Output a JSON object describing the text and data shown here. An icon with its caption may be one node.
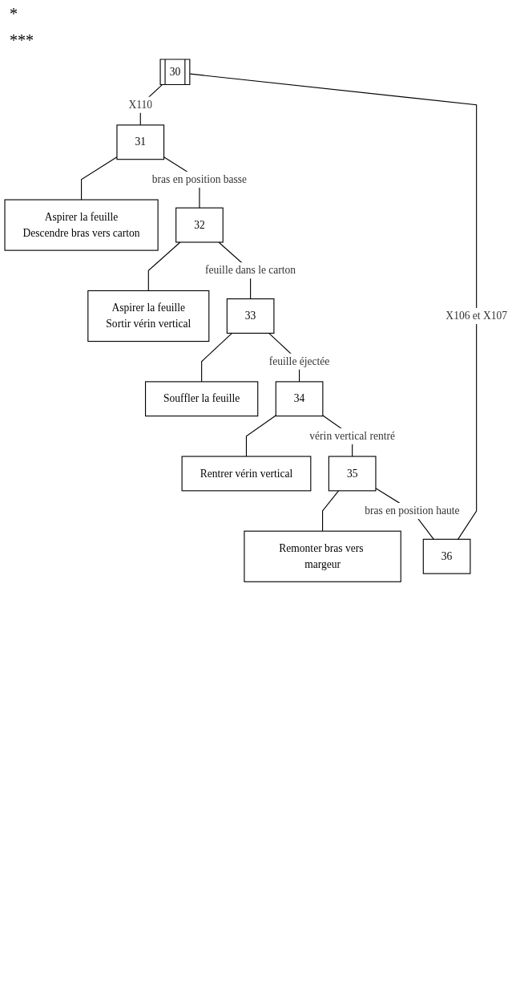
{
  "diagram": {
    "nodes": [
      {
        "text": [
          "30"
        ]
      },
      {
        "text": [
          "31"
        ]
      },
      {
        "text": [
          "Aspirer la feuille",
          "Descendre bras vers carton"
        ]
      },
      {
        "text": [
          "32"
        ]
      },
      {
        "text": [
          "Aspirer la feuille",
          "Sortir vérin vertical"
        ]
      },
      {
        "text": [
          "33"
        ]
      },
      {
        "text": [
          "Souffler la feuille"
        ]
      },
      {
        "text": [
          "34"
        ]
      },
      {
        "text": [
          "Rentrer vérin vertical"
        ]
      },
      {
        "text": [
          "35"
        ]
      },
      {
        "text": [
          "Remonter bras vers margeur"
        ]
      },
      {
        "text": [
          "36"
        ]
      }
    ],
    "edges": [
      {
        "from": 0,
        "to": 1,
        "arrow": "none",
        "label": "X110"
      },
      {
        "from": 1,
        "to": 2,
        "arrow": "none"
      },
      {
        "from": 1,
        "to": 3,
        "arrow": "none",
        "label": "bras en position basse"
      },
      {
        "from": 3,
        "to": 4,
        "arrow": "none"
      },
      {
        "from": 3,
        "to": 5,
        "arrow": "none",
        "label": "feuille dans le carton"
      },
      {
        "from": 5,
        "to": 6,
        "arrow": "none"
      },
      {
        "from": 5,
        "to": 7,
        "arrow": "none",
        "label": "feuille éjectée"
      },
      {
        "from": 7,
        "to": 8,
        "arrow": "none"
      },
      {
        "from": 7,
        "to": 9,
        "arrow": "none",
        "label": "vérin vertical rentré"
      },
      {
        "from": 9,
        "to": 10,
        "arrow": "none"
      },
      {
        "from": 9,
        "to": 11,
        "arrow": "none",
        "label": "bras en position haute"
      },
      {
        "from": 11,
        "to": 0,
        "arrow": "none",
        "label": "X106 et X107"
      }
    ],
    "labels": [
      "*",
      "***"
    ]
  }
}
